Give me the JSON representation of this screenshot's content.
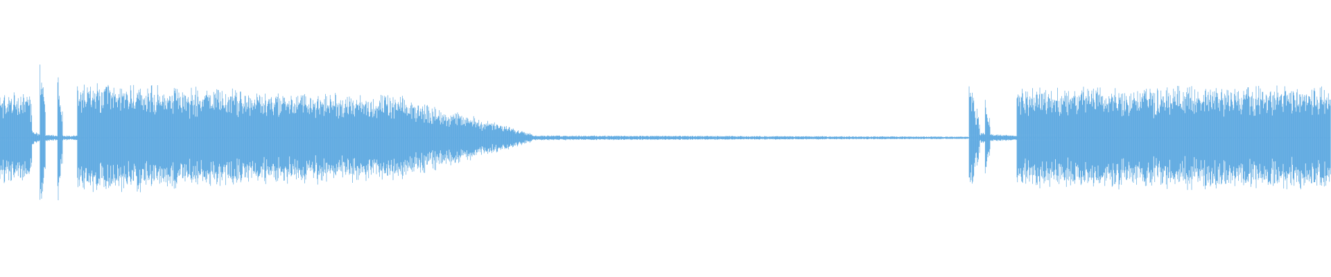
{
  "waveform": {
    "color": "#5ba8e0",
    "background": "#ffffff",
    "segments": [
      {
        "from": 0.0,
        "to": 0.024,
        "start_amp": 0.36,
        "end_amp": 0.34
      },
      {
        "from": 0.024,
        "to": 0.03,
        "start_amp": 0.06,
        "end_amp": 0.04
      },
      {
        "from": 0.03,
        "to": 0.034,
        "start_amp": 0.7,
        "end_amp": 0.3
      },
      {
        "from": 0.034,
        "to": 0.043,
        "start_amp": 0.03,
        "end_amp": 0.02
      },
      {
        "from": 0.043,
        "to": 0.047,
        "start_amp": 0.58,
        "end_amp": 0.28
      },
      {
        "from": 0.047,
        "to": 0.058,
        "start_amp": 0.02,
        "end_amp": 0.02
      },
      {
        "from": 0.058,
        "to": 0.3,
        "start_amp": 0.44,
        "end_amp": 0.33
      },
      {
        "from": 0.3,
        "to": 0.4,
        "start_amp": 0.33,
        "end_amp": 0.04
      },
      {
        "from": 0.4,
        "to": 0.728,
        "start_amp": 0.02,
        "end_amp": 0.01
      },
      {
        "from": 0.728,
        "to": 0.736,
        "start_amp": 0.52,
        "end_amp": 0.14
      },
      {
        "from": 0.736,
        "to": 0.74,
        "start_amp": 0.05,
        "end_amp": 0.05
      },
      {
        "from": 0.74,
        "to": 0.744,
        "start_amp": 0.35,
        "end_amp": 0.12
      },
      {
        "from": 0.744,
        "to": 0.764,
        "start_amp": 0.03,
        "end_amp": 0.02
      },
      {
        "from": 0.764,
        "to": 1.0,
        "start_amp": 0.4,
        "end_amp": 0.42
      }
    ]
  }
}
